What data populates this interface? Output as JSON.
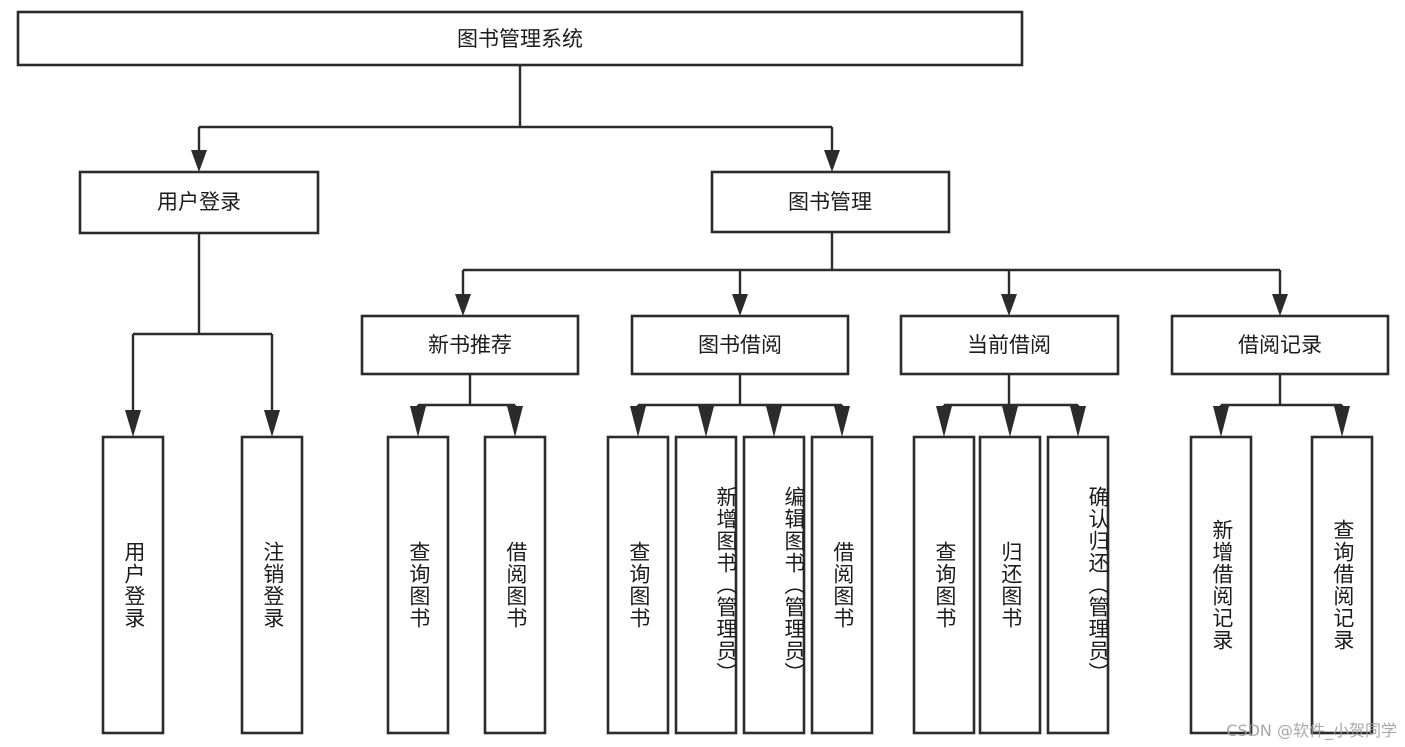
{
  "diagram": {
    "title": "图书管理系统",
    "type": "tree-hierarchy",
    "watermark": "CSDN @软件_小贺同学",
    "colors": {
      "box_stroke": "#2b2b2b",
      "box_fill": "#ffffff",
      "text": "#1c1c1c",
      "connector": "#2b2b2b",
      "watermark": "#9a9a9a"
    },
    "nodes": {
      "root": {
        "label": "图书管理系统",
        "level": 1
      },
      "l2": [
        {
          "id": "user-login",
          "label": "用户登录",
          "level": 2
        },
        {
          "id": "book-manage",
          "label": "图书管理",
          "level": 2
        }
      ],
      "l3": [
        {
          "id": "new-book-rec",
          "label": "新书推荐",
          "level": 3,
          "parent": "book-manage"
        },
        {
          "id": "book-borrow",
          "label": "图书借阅",
          "level": 3,
          "parent": "book-manage"
        },
        {
          "id": "current-borrow",
          "label": "当前借阅",
          "level": 3,
          "parent": "book-manage"
        },
        {
          "id": "borrow-record",
          "label": "借阅记录",
          "level": 3,
          "parent": "book-manage"
        }
      ],
      "leaves": [
        {
          "id": "leaf-user-login",
          "label": "用户登录",
          "parent": "user-login"
        },
        {
          "id": "leaf-logout",
          "label": "注销登录",
          "parent": "user-login"
        },
        {
          "id": "leaf-query-book-1",
          "label": "查询图书",
          "parent": "new-book-rec"
        },
        {
          "id": "leaf-borrow-book-1",
          "label": "借阅图书",
          "parent": "new-book-rec"
        },
        {
          "id": "leaf-query-book-2",
          "label": "查询图书",
          "parent": "book-borrow"
        },
        {
          "id": "leaf-add-book",
          "label": "新增图书（管理员）",
          "parent": "book-borrow"
        },
        {
          "id": "leaf-edit-book",
          "label": "编辑图书（管理员）",
          "parent": "book-borrow"
        },
        {
          "id": "leaf-borrow-book-2",
          "label": "借阅图书",
          "parent": "book-borrow"
        },
        {
          "id": "leaf-query-book-3",
          "label": "查询图书",
          "parent": "current-borrow"
        },
        {
          "id": "leaf-return-book",
          "label": "归还图书",
          "parent": "current-borrow"
        },
        {
          "id": "leaf-confirm-return",
          "label": "确认归还（管理员）",
          "parent": "current-borrow"
        },
        {
          "id": "leaf-add-record",
          "label": "新增借阅记录",
          "parent": "borrow-record"
        },
        {
          "id": "leaf-query-record",
          "label": "查询借阅记录",
          "parent": "borrow-record"
        }
      ]
    }
  }
}
